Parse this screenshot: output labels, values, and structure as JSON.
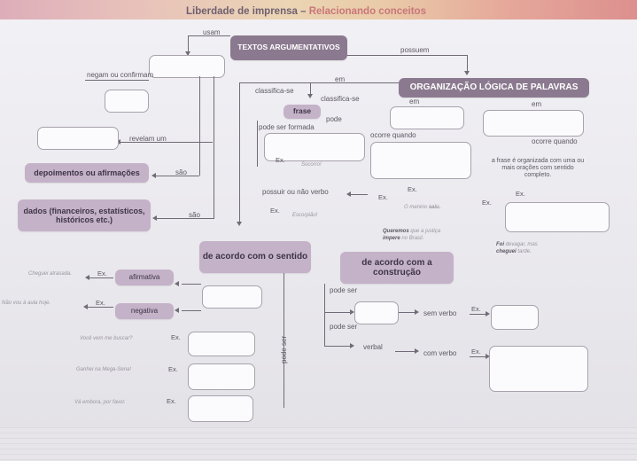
{
  "title": {
    "main": "Liberdade de imprensa",
    "sep": " – ",
    "sub": "Relacionando conceitos"
  },
  "nodes": {
    "textos": "TEXTOS ARGUMENTATIVOS",
    "organizacao": "ORGANIZAÇÃO LÓGICA DE PALAVRAS",
    "depoimentos": "depoimentos ou afirmações",
    "dados": "dados (financeiros, estatísticos, históricos etc.)",
    "frase": "frase",
    "sentido": "de acordo com o sentido",
    "construcao": "de acordo com a construção"
  },
  "labels": {
    "usam": "usam",
    "possuem": "possuem",
    "negam": "negam ou confirmam",
    "revelam": "revelam um",
    "sao1": "são",
    "sao2": "são",
    "em1": "em",
    "em2": "em",
    "em3": "em",
    "classifica1": "classifica-se",
    "classifica2": "classifica-se",
    "pode1": "pode",
    "pode_formada": "pode ser formada",
    "ocorre1": "ocorre quando",
    "ocorre2": "ocorre quando",
    "oracoes": "a frase é organizada com uma ou mais orações com sentido completo.",
    "possuir": "possuir ou não verbo",
    "afirmativa": "afirmativa",
    "negativa": "negativa",
    "pode_ser1": "pode ser",
    "pode_ser2": "pode ser",
    "pode_ser_v": "pode ser",
    "sem_verbo": "sem verbo",
    "verbal": "verbal",
    "com_verbo": "com verbo",
    "ex": "Ex."
  },
  "examples": {
    "socorro": "Socorro!",
    "escorpiao": "Escorpião!",
    "menino": "O menino",
    "saiu": "saiu.",
    "queremos_b": "Queremos",
    "queremos_r": "que a justiça",
    "impere_b": "impere",
    "impere_r": "no Brasil.",
    "foi_b": "Foi",
    "foi_r": "devagar, mas",
    "cheguei_b": "cheguei",
    "cheguei_r": "tarde.",
    "atrasada": "Cheguei atrasada.",
    "aula": "Não vou à aula hoje.",
    "buscar": "Você vem me buscar?",
    "megasena": "Ganhei na Mega-Sena!",
    "embora": "Vá embora, por favor."
  }
}
